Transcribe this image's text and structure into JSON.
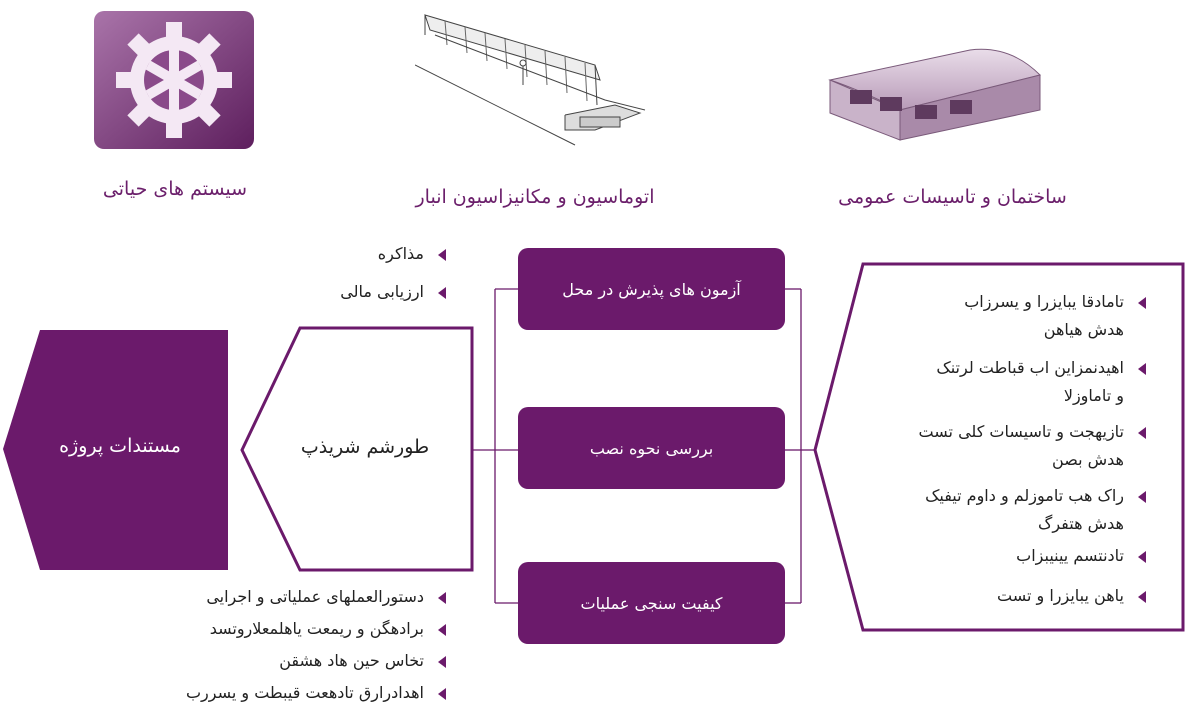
{
  "categories": {
    "vital": "سیستم های حیاتی",
    "automation": "اتوماسیون و مکانیزاسیون انبار",
    "building": "ساختمان و تاسیسات عمومی"
  },
  "left_main": "مستندات پروژه",
  "left_second": "طورشم شریذپ",
  "top_bullets": [
    "مذاکره",
    "ارزیابی مالی"
  ],
  "bottom_bullets": [
    "دستورالعملهای عملیاتی و اجرایی",
    "برادهگن و ریمعت یاهلمعلاروتسد",
    "تخاس حین هاد هشقن",
    "اهدادرارق تادهعت قیبطت و یسررب"
  ],
  "middle_boxes": [
    "آزمون های پذیرش در محل",
    "بررسی نحوه نصب",
    "کیفیت سنجی عملیات"
  ],
  "right_bullets": [
    [
      "تامادقا یبایزرا و یسرزاب",
      "هدش هیاهن"
    ],
    [
      "اهیدنمزاین اب قباطت لرتنک",
      "و تاماوزلا"
    ],
    [
      "تازیهجت و تاسیسات کلی تست",
      "هدش بصن"
    ],
    [
      "راک هب تاموزلم و داوم تیفیک",
      "هدش هتفرگ"
    ],
    [
      "تادنتسم یینیبزاب"
    ],
    [
      "یاهن یبایزرا و تست"
    ]
  ],
  "colors": {
    "accent": "#6b1a6b",
    "accent_light": "#c9a2c9"
  }
}
